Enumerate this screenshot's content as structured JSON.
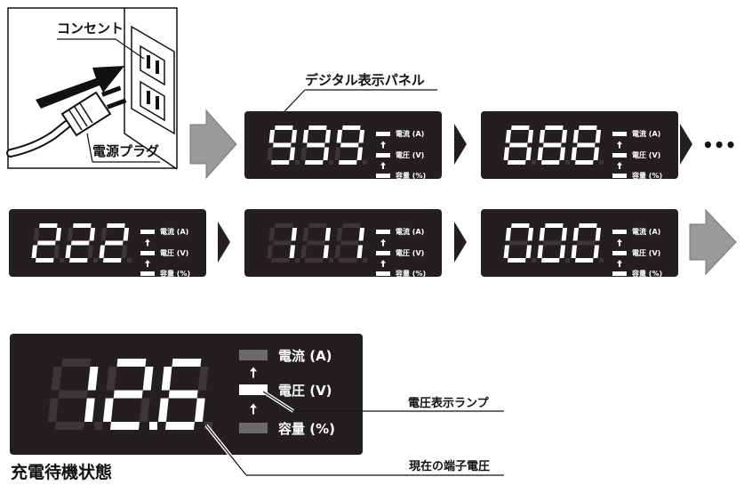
{
  "plug_diagram": {
    "outlet_label": "コンセント",
    "plug_label": "電源プラグ"
  },
  "callouts": {
    "display_panel": "デジタル表示パネル",
    "voltage_lamp": "電圧表示ランプ",
    "terminal_voltage": "現在の端子電圧"
  },
  "indicator_labels": {
    "current": "電流 (A)",
    "voltage": "電圧 (V)",
    "capacity": "容量 (%)"
  },
  "countdown_panels": [
    {
      "digits": "999"
    },
    {
      "digits": "888"
    },
    {
      "digits": "222"
    },
    {
      "digits": "111"
    },
    {
      "digits": "000"
    }
  ],
  "standby_panel": {
    "digits": "12.6",
    "active_lamp": "voltage"
  },
  "caption": "充電待機状態",
  "continuation": "•••",
  "colors": {
    "panel_bg": "#231f20",
    "segment_on": "#ffffff",
    "segment_off": "#3b3738",
    "lamp_off": "#6d6a6a",
    "arrow_gray": "#9a9a9a"
  }
}
